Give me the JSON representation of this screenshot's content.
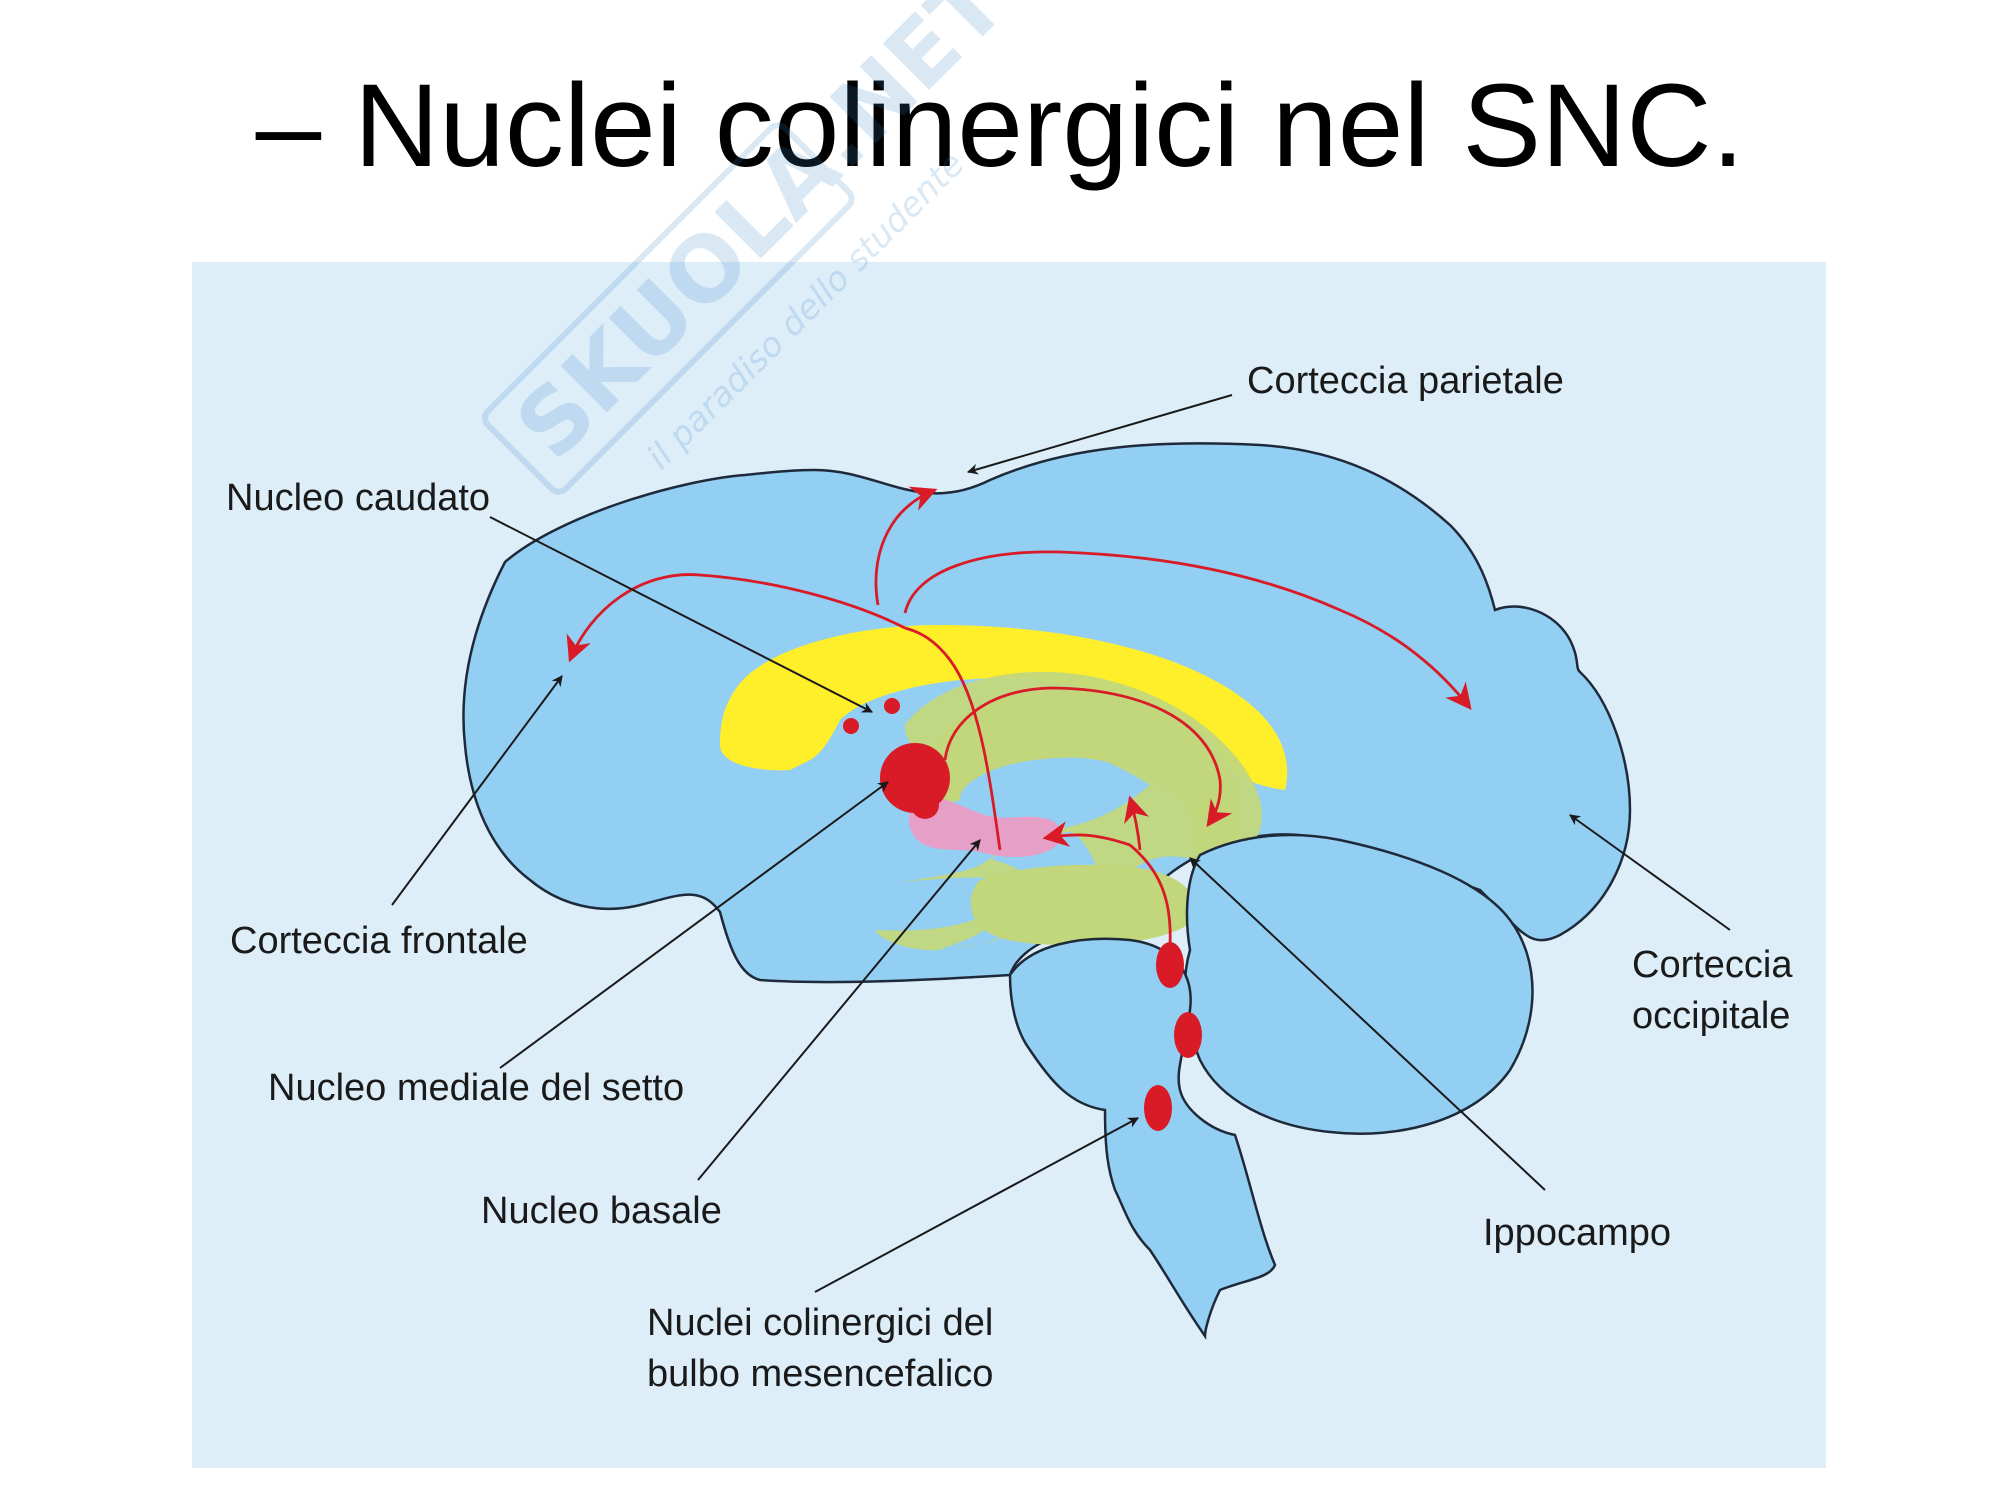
{
  "title": "– Nuclei colinergici nel SNC.",
  "watermark": {
    "brand": "SKUOLA.NET",
    "tagline": "il paradiso dello studente"
  },
  "colors": {
    "panel_bg": "#ddeef9",
    "brain_fill": "#93cef3",
    "corpus_callosum": "#ffef2a",
    "limbic": "#c2d77c",
    "nucleus_red": "#d81b27",
    "basal_pink": "#e6a0c8",
    "arrow_black": "#1a1a1a"
  },
  "labels": {
    "corteccia_parietale": "Corteccia parietale",
    "nucleo_caudato": "Nucleo caudato",
    "corteccia_frontale": "Corteccia frontale",
    "nucleo_mediale_setto": "Nucleo mediale del setto",
    "nucleo_basale": "Nucleo basale",
    "nuclei_colinergici_line1": "Nuclei colinergici del",
    "nuclei_colinergici_line2": "bulbo mesencefalico",
    "ippocampo": "Ippocampo",
    "corteccia_occipitale_line1": "Corteccia",
    "corteccia_occipitale_line2": "occipitale"
  }
}
